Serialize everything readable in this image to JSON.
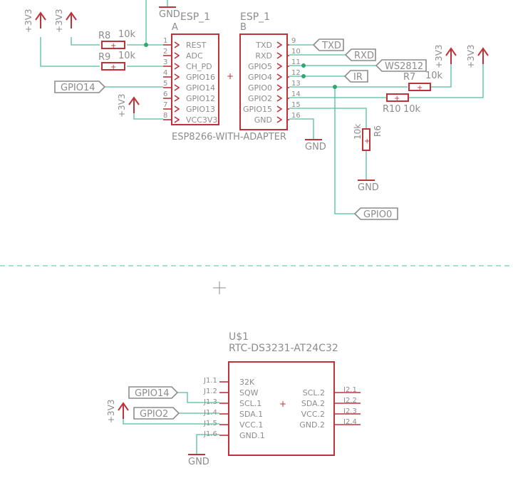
{
  "esp_a": {
    "name": "ESP_1",
    "gate": "A",
    "value": "ESP8266-WITH-ADAPTER",
    "pins": [
      {
        "num": "1",
        "name": "REST"
      },
      {
        "num": "2",
        "name": "ADC"
      },
      {
        "num": "3",
        "name": "CH_PD"
      },
      {
        "num": "4",
        "name": "GPIO16"
      },
      {
        "num": "5",
        "name": "GPIO14"
      },
      {
        "num": "6",
        "name": "GPIO12"
      },
      {
        "num": "7",
        "name": "GPIO13"
      },
      {
        "num": "8",
        "name": "VCC3V3"
      }
    ]
  },
  "esp_b": {
    "name": "ESP_1",
    "gate": "B",
    "pins": [
      {
        "num": "9",
        "name": "TXD"
      },
      {
        "num": "10",
        "name": "RXD"
      },
      {
        "num": "11",
        "name": "GPIO5"
      },
      {
        "num": "12",
        "name": "GPIO4"
      },
      {
        "num": "13",
        "name": "GPIO0"
      },
      {
        "num": "14",
        "name": "GPIO2"
      },
      {
        "num": "15",
        "name": "GPIO15"
      },
      {
        "num": "16",
        "name": "GND"
      }
    ]
  },
  "resistors": {
    "r8": {
      "name": "R8",
      "value": "10k"
    },
    "r9": {
      "name": "R9",
      "value": "10k"
    },
    "r7": {
      "name": "R7",
      "value": "10k"
    },
    "r10": {
      "name": "R10",
      "value": "10k"
    },
    "r6": {
      "name": "R6",
      "value": "10k"
    }
  },
  "supplies": {
    "v33": "+3V3",
    "gnd": "GND"
  },
  "net_labels": {
    "gpio14": "GPIO14",
    "txd": "TXD",
    "rxd": "RXD",
    "ws2812": "WS2812",
    "ir": "IR",
    "gpio0": "GPIO0",
    "gpio2": "GPIO2"
  },
  "rtc": {
    "name": "U$1",
    "value": "RTC-DS3231-AT24C32",
    "left_pins": [
      {
        "pad": "J1.1",
        "name": "32K"
      },
      {
        "pad": "J1.2",
        "name": "SQW"
      },
      {
        "pad": "J1.3",
        "name": "SCL.1"
      },
      {
        "pad": "J1.4",
        "name": "SDA.1"
      },
      {
        "pad": "J1.5",
        "name": "VCC.1"
      },
      {
        "pad": "J1.6",
        "name": "GND.1"
      }
    ],
    "right_pins": [
      {
        "pad": "J2.1",
        "name": "SCL.2"
      },
      {
        "pad": "J2.2",
        "name": "SDA.2"
      },
      {
        "pad": "J2.3",
        "name": "VCC.2"
      },
      {
        "pad": "J2.4",
        "name": "GND.2"
      }
    ]
  },
  "colors": {
    "part": "#c0323a",
    "net": "#4fbfa0",
    "label": "#8c8c8c"
  }
}
